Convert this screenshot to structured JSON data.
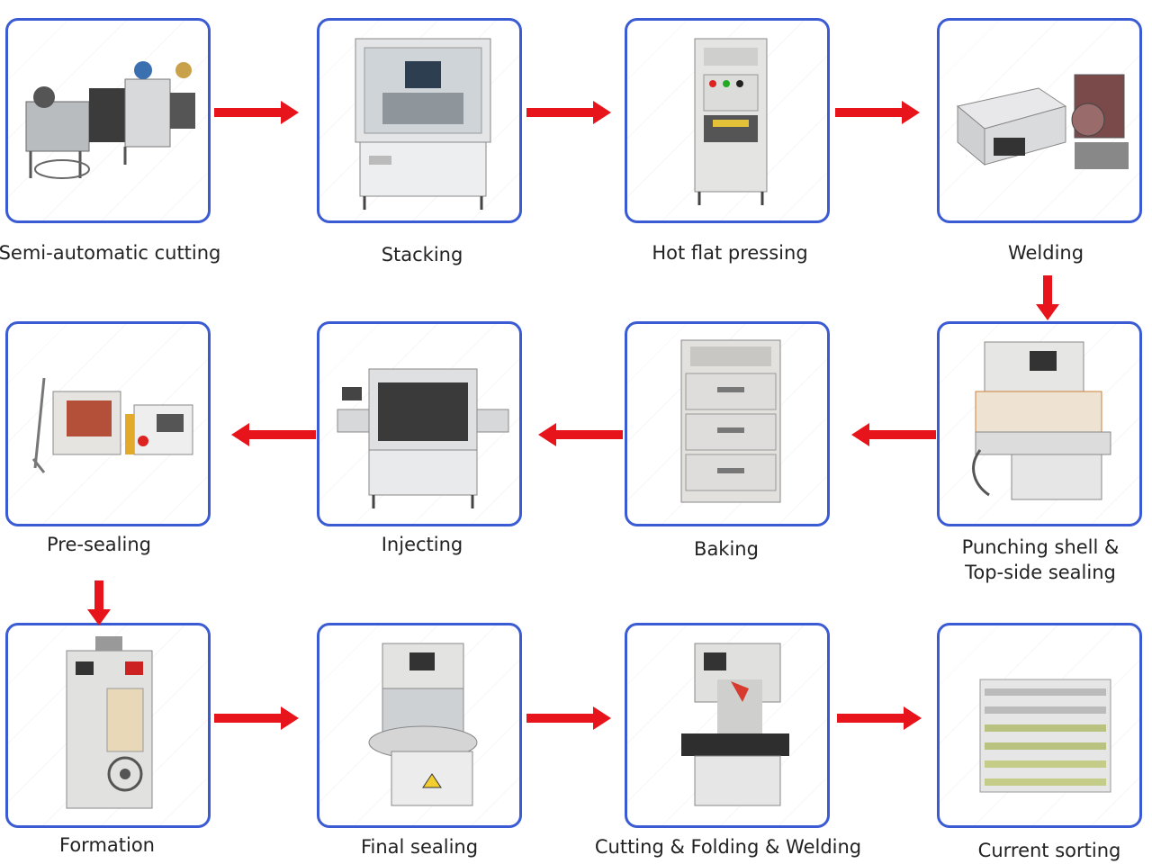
{
  "colors": {
    "box_border": "#3a5bd4",
    "arrow": "#e8141b",
    "label": "#222222"
  },
  "steps": [
    {
      "id": "semi-automatic-cutting",
      "label": "Semi-automatic cutting",
      "icon": "cutting-machine-icon"
    },
    {
      "id": "stacking",
      "label": "Stacking",
      "icon": "stacking-machine-icon"
    },
    {
      "id": "hot-flat-pressing",
      "label": "Hot flat pressing",
      "icon": "hot-press-machine-icon"
    },
    {
      "id": "welding",
      "label": "Welding",
      "icon": "welding-machine-icon"
    },
    {
      "id": "punching-shell-top-side-sealing",
      "label_line1": "Punching shell &",
      "label_line2": "Top-side sealing",
      "icon": "punching-sealing-machine-icon"
    },
    {
      "id": "baking",
      "label": "Baking",
      "icon": "baking-oven-icon"
    },
    {
      "id": "injecting",
      "label": "Injecting",
      "icon": "injecting-machine-icon"
    },
    {
      "id": "pre-sealing",
      "label": "Pre-sealing",
      "icon": "pre-sealing-machine-icon"
    },
    {
      "id": "formation",
      "label": "Formation",
      "icon": "formation-cabinet-icon"
    },
    {
      "id": "final-sealing",
      "label": "Final sealing",
      "icon": "final-sealing-machine-icon"
    },
    {
      "id": "cutting-folding-welding",
      "label": "Cutting & Folding & Welding",
      "icon": "cut-fold-weld-machine-icon"
    },
    {
      "id": "current-sorting",
      "label": "Current sorting",
      "icon": "sorting-rack-icon"
    }
  ]
}
